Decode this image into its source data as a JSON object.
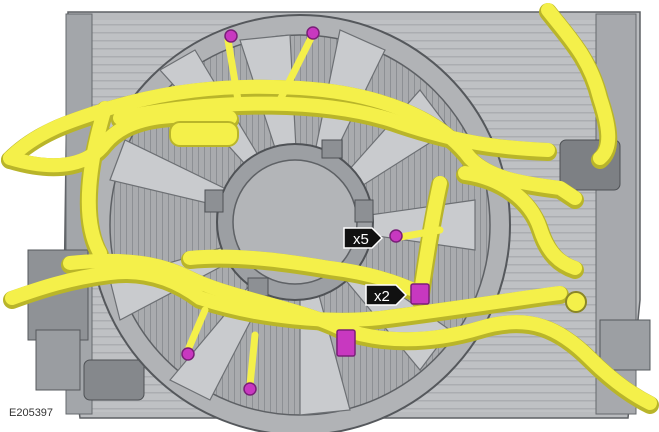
{
  "figure_id": "E205397",
  "callouts": {
    "x5": "x5",
    "x2": "x2"
  },
  "colors": {
    "hose": "#f4f04a",
    "hose_shadow": "#b9b52a",
    "fastener": "#c838c0",
    "fastener_dark": "#7a1f78",
    "housing": "#b5b7ba",
    "housing_dark": "#6f7276",
    "housing_light": "#d6d8da",
    "callout_bg": "#111111"
  }
}
